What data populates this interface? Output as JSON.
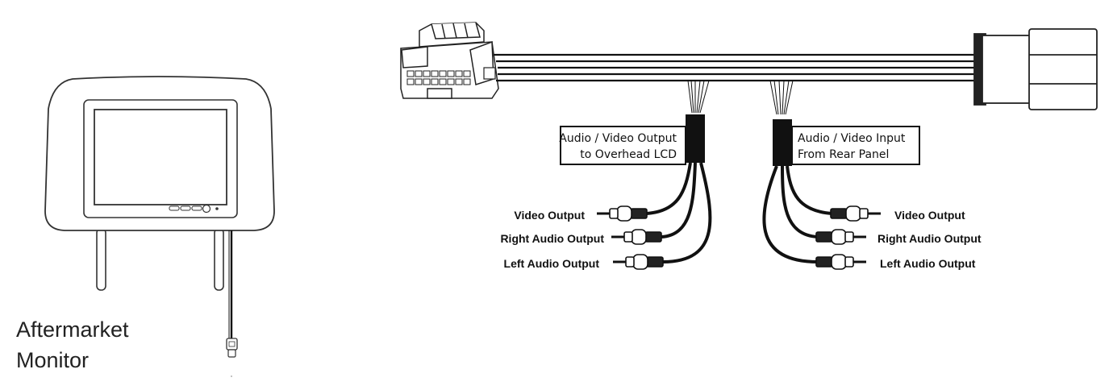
{
  "monitor": {
    "caption_line1": "Aftermarket",
    "caption_line2": "Monitor"
  },
  "output_box": {
    "line1": "Audio / Video Output",
    "line2": "to Overhead LCD"
  },
  "input_box": {
    "line1": "Audio / Video Input",
    "line2": "From Rear Panel"
  },
  "left_rca": {
    "video": "Video Output",
    "right_audio": "Right Audio Output",
    "left_audio": "Left Audio Output"
  },
  "right_rca": {
    "video": "Video Output",
    "right_audio": "Right Audio Output",
    "left_audio": "Left Audio Output"
  },
  "colors": {
    "line": "#111111",
    "background": "#ffffff"
  }
}
